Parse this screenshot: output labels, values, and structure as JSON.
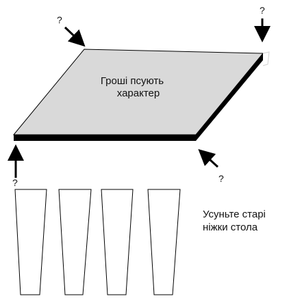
{
  "tabletop": {
    "line1": "Гроші псують",
    "line2": "характер",
    "fill_color": "#d9d9d9",
    "edge_color": "#000000"
  },
  "legs": {
    "caption_line1": "Усуньте старі",
    "caption_line2": "ніжки стола",
    "count": 4
  },
  "markers": {
    "top_left": "?",
    "top_right": "?",
    "bottom_left": "?",
    "bottom_right": "?"
  },
  "icons": {
    "arrow": "arrow-icon"
  }
}
